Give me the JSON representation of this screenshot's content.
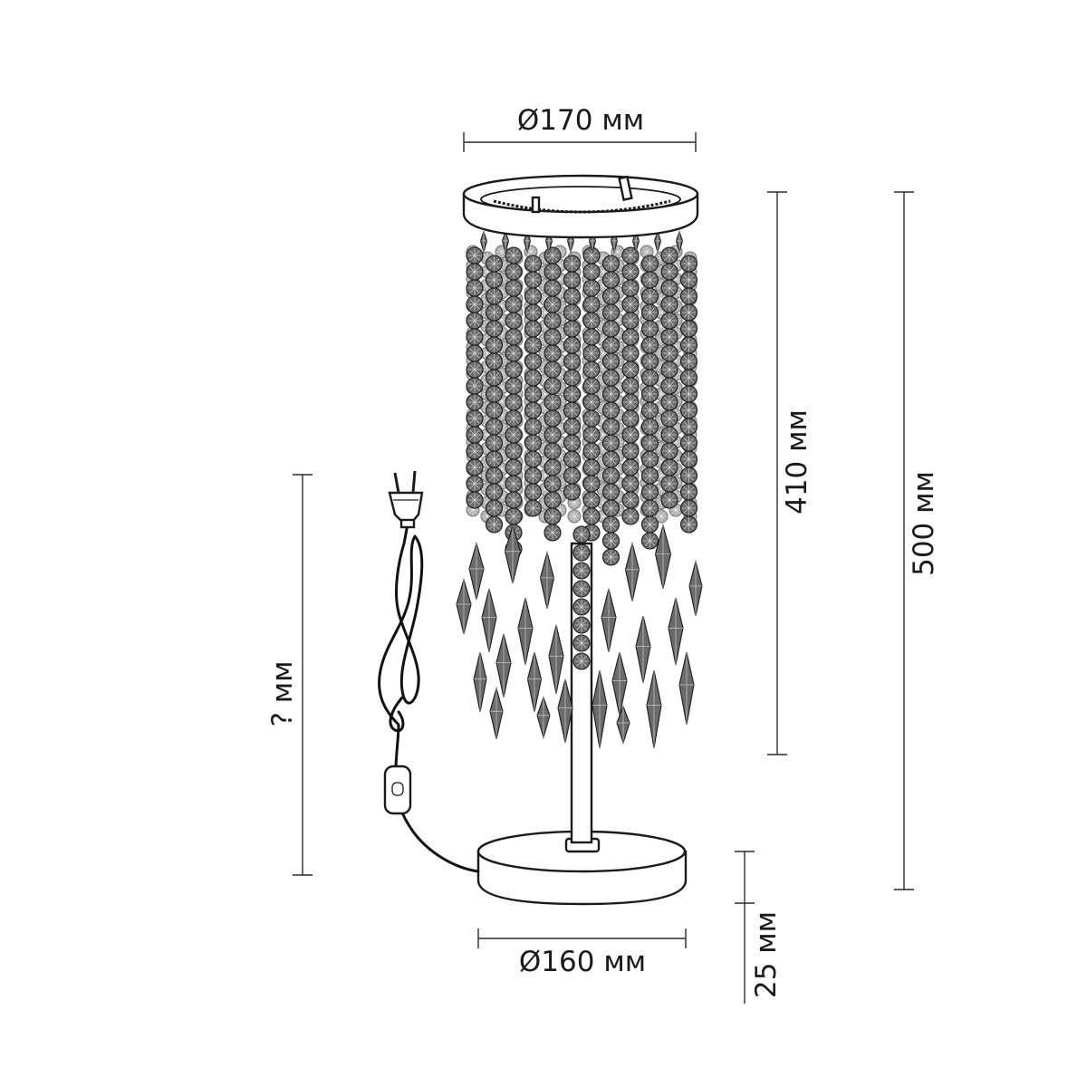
{
  "dimensions": {
    "top_diameter": "Ø170 мм",
    "base_diameter": "Ø160 мм",
    "shade_height": "410 мм",
    "total_height": "500 мм",
    "cord_length": "? мм",
    "base_height": "25 мм"
  },
  "colors": {
    "line": "#1a1a1a",
    "crystal_fill": "#6b6b6b",
    "background": "#ffffff"
  }
}
